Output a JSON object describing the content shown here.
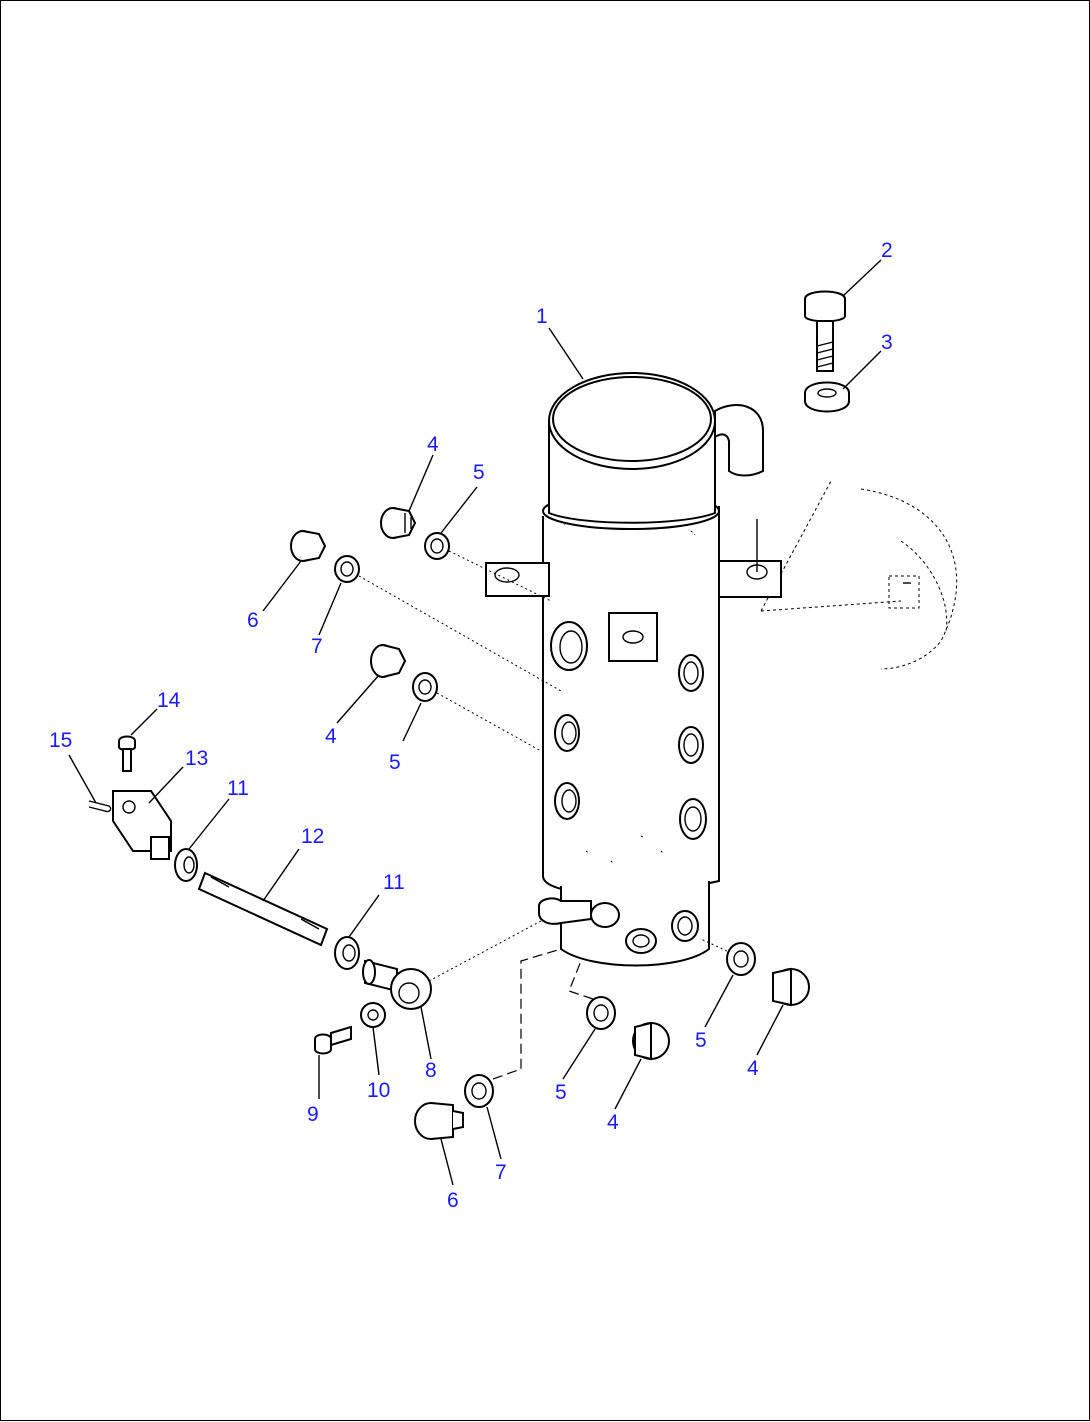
{
  "diagram": {
    "colors": {
      "callout": "#1a1aff",
      "line": "#000000",
      "background": "#ffffff"
    },
    "callouts": [
      {
        "id": "c1",
        "label": "1"
      },
      {
        "id": "c2",
        "label": "2"
      },
      {
        "id": "c3",
        "label": "3"
      },
      {
        "id": "c4a",
        "label": "4"
      },
      {
        "id": "c5a",
        "label": "5"
      },
      {
        "id": "c6a",
        "label": "6"
      },
      {
        "id": "c7a",
        "label": "7"
      },
      {
        "id": "c4b",
        "label": "4"
      },
      {
        "id": "c5b",
        "label": "5"
      },
      {
        "id": "c14",
        "label": "14"
      },
      {
        "id": "c15",
        "label": "15"
      },
      {
        "id": "c13",
        "label": "13"
      },
      {
        "id": "c11a",
        "label": "11"
      },
      {
        "id": "c12",
        "label": "12"
      },
      {
        "id": "c11b",
        "label": "11"
      },
      {
        "id": "c8",
        "label": "8"
      },
      {
        "id": "c9",
        "label": "9"
      },
      {
        "id": "c10",
        "label": "10"
      },
      {
        "id": "c6b",
        "label": "6"
      },
      {
        "id": "c7b",
        "label": "7"
      },
      {
        "id": "c5c",
        "label": "5"
      },
      {
        "id": "c4c",
        "label": "4"
      },
      {
        "id": "c5d",
        "label": "5"
      },
      {
        "id": "c4d",
        "label": "4"
      }
    ]
  }
}
